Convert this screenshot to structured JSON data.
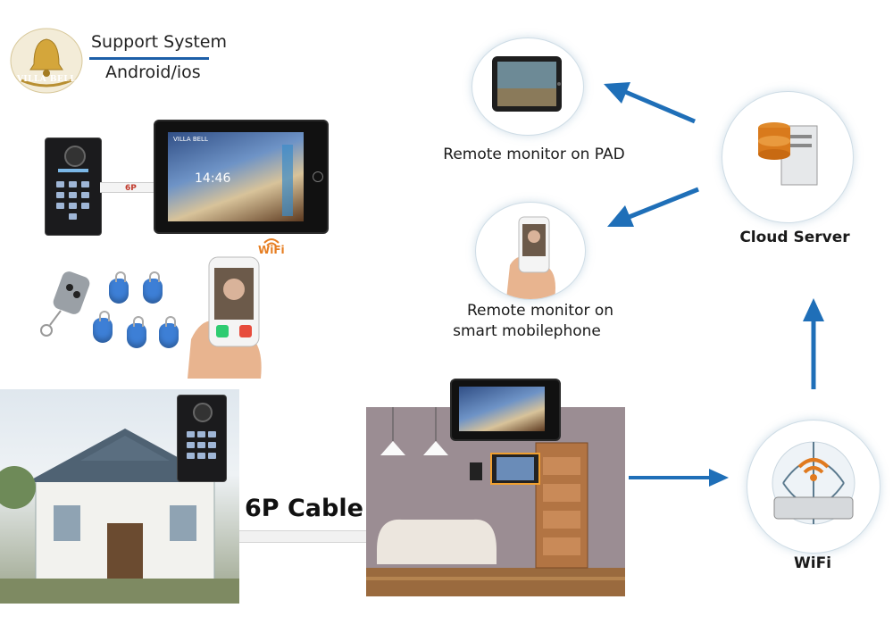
{
  "logo": {
    "brand": "VILLA BELL"
  },
  "header": {
    "title": "Support System",
    "subtitle": "Android/ios"
  },
  "devices": {
    "cable_tag": "6P",
    "monitor_brand": "VILLA BELL",
    "monitor_time": "14:46",
    "wifi_label": "WiFi"
  },
  "labels": {
    "pad": "Remote monitor on PAD",
    "phone_line1": "Remote monitor on",
    "phone_line2": "smart mobilephone",
    "cloud": "Cloud Server",
    "wifi": "WiFi",
    "cable": "6P Cable"
  },
  "colors": {
    "arrow": "#1f6fb8",
    "accent_blue": "#1d5fa8",
    "bell_gold": "#caa24a"
  }
}
